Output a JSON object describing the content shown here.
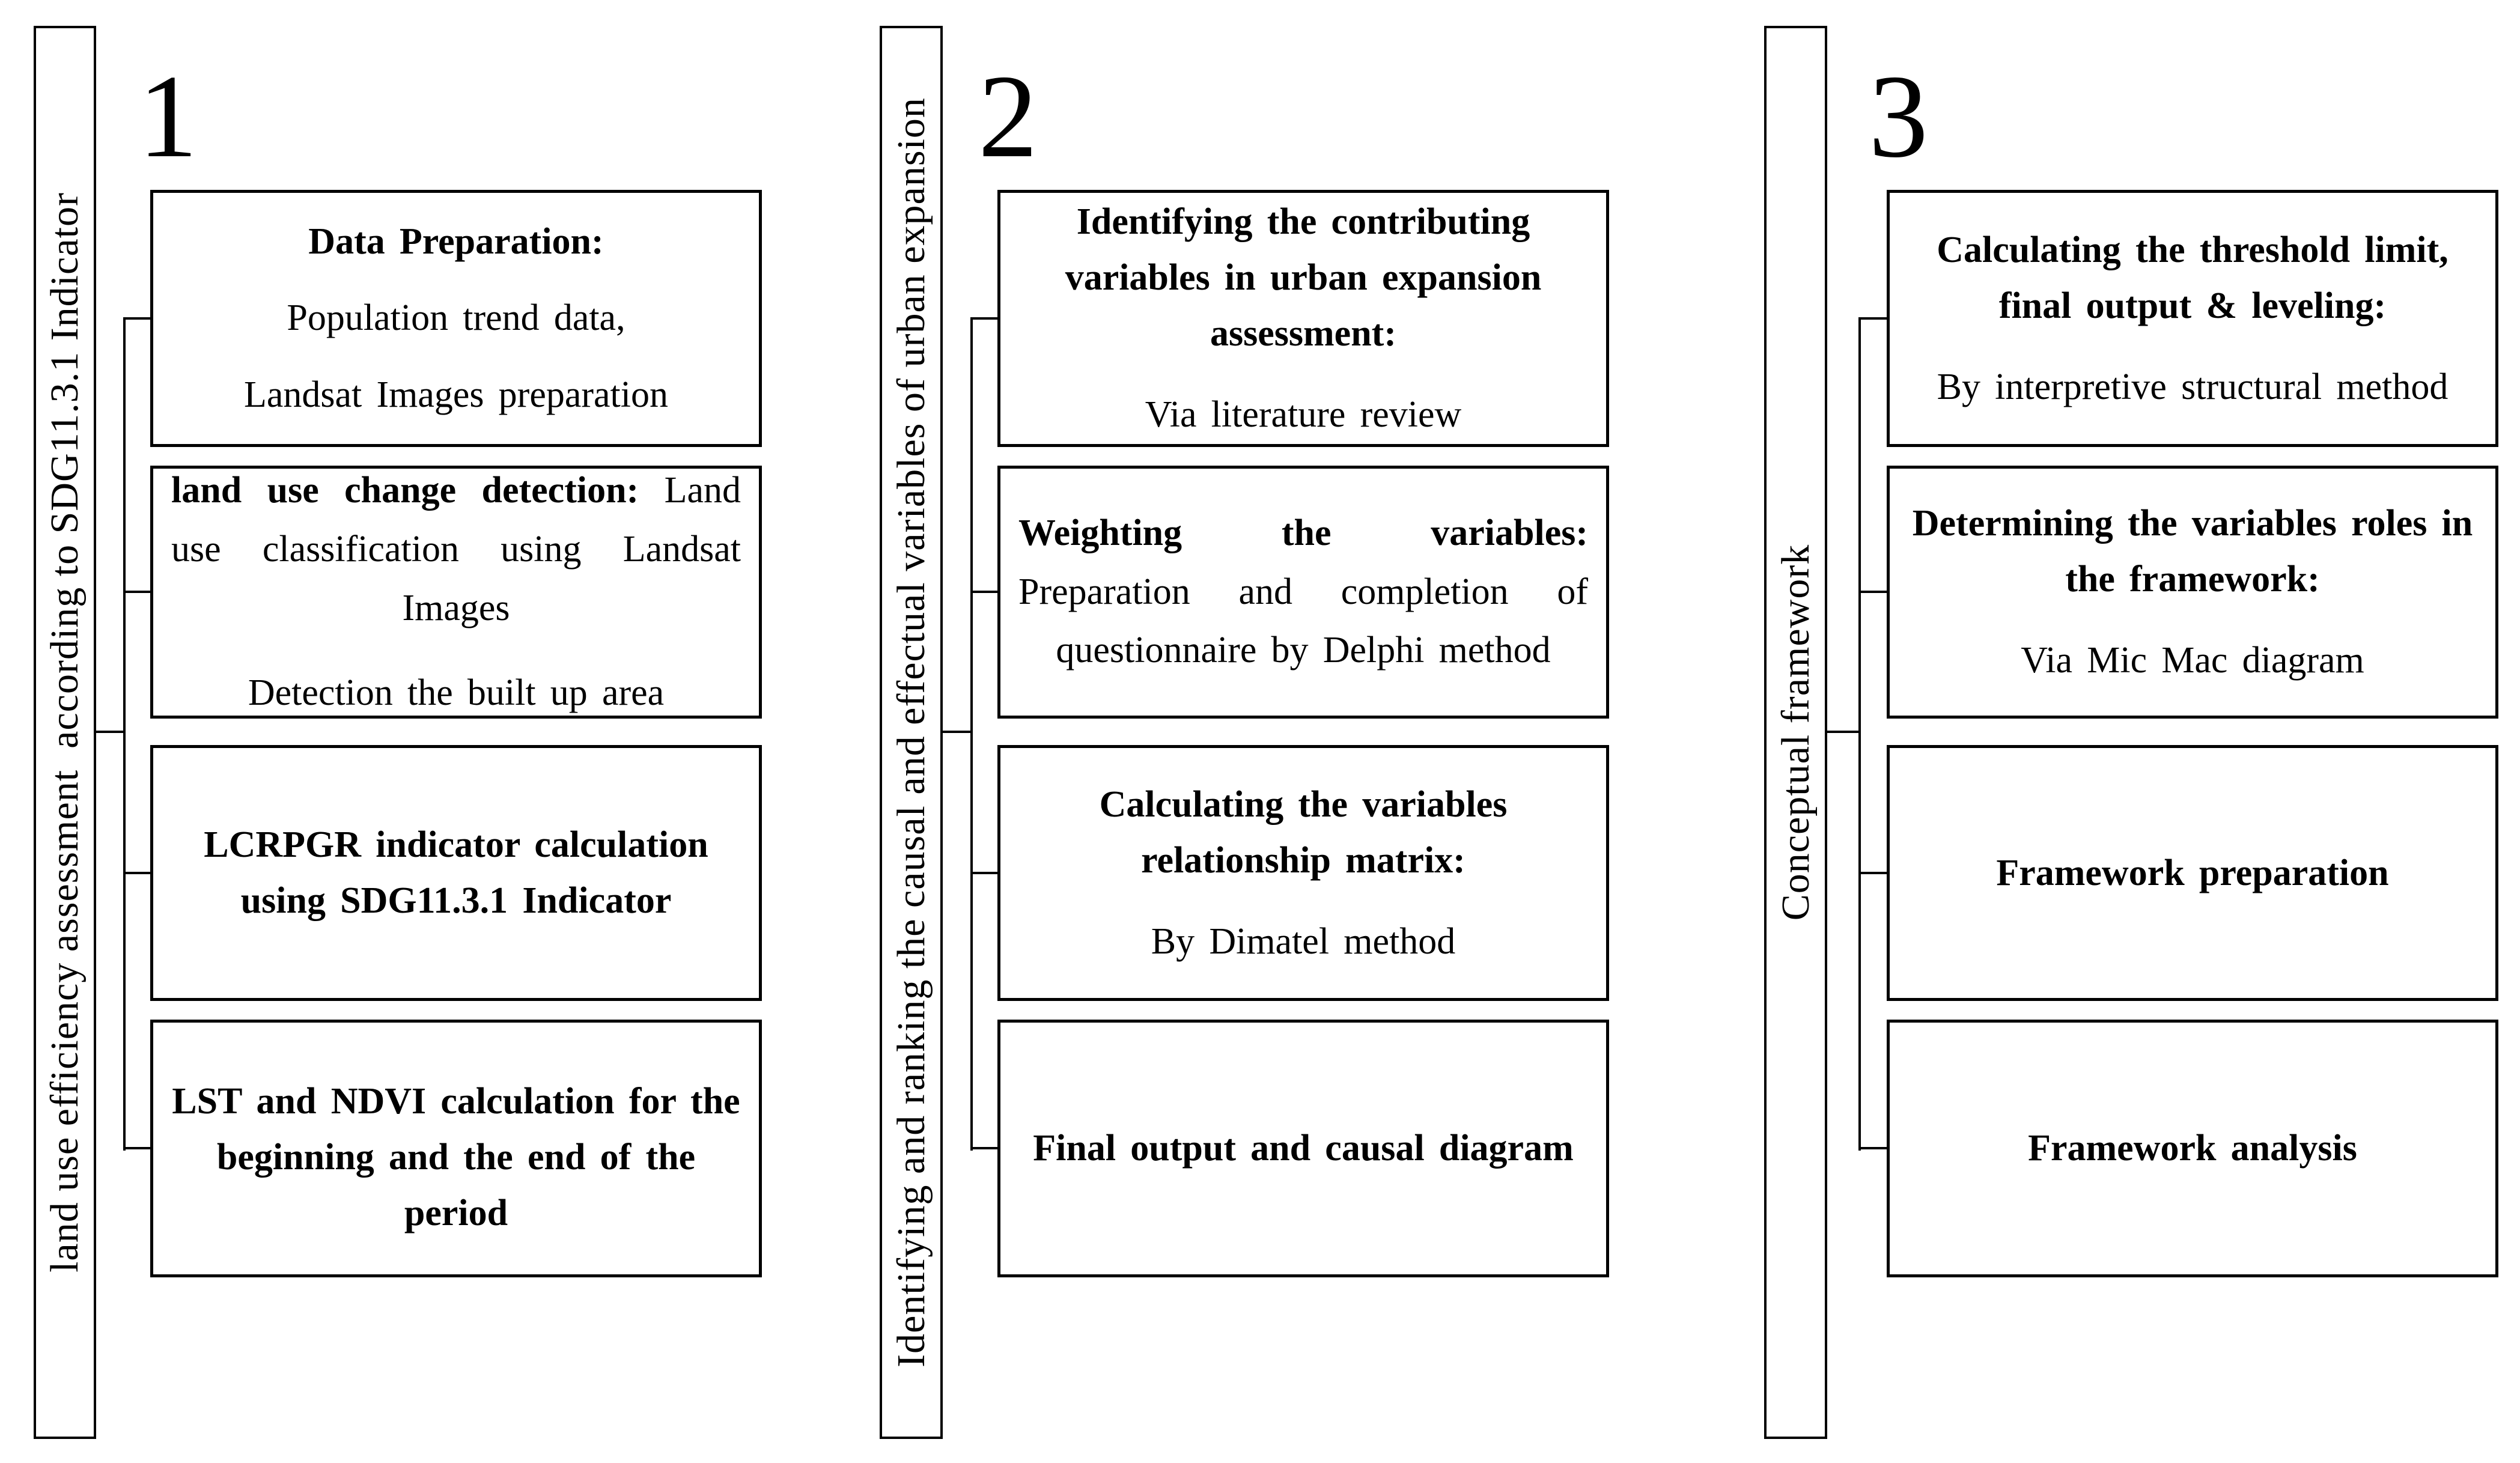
{
  "page": {
    "background": "#ffffff",
    "line_color": "#000000"
  },
  "columns": [
    {
      "number": "1",
      "sidebar_label": "land use efficiency assessment  according to SDG11.3.1 Indicator",
      "boxes": [
        {
          "title": "Data Preparation:",
          "body": "Population trend data,\nLandsat Images preparation"
        },
        {
          "title": "land use change detection:",
          "body": "Land use classification using Landsat Images",
          "body2": "Detection the built up area"
        },
        {
          "title": "LCRPGR indicator calculation\nusing SDG11.3.1 Indicator"
        },
        {
          "title": "LST and NDVI calculation for the\nbeginning and the end of the period"
        }
      ]
    },
    {
      "number": "2",
      "sidebar_label": "Identifying and ranking the causal and effectual variables of urban expansion",
      "boxes": [
        {
          "title": "Identifying the contributing\nvariables in urban expansion\nassessment:",
          "body": "Via literature review"
        },
        {
          "title": "Weighting the variables:",
          "body": "Preparation and completion of questionnaire by Delphi method"
        },
        {
          "title": "Calculating the variables\nrelationship matrix:",
          "body": "By Dimatel method"
        },
        {
          "title": "Final output and causal diagram"
        }
      ]
    },
    {
      "number": "3",
      "sidebar_label": "Conceptual framework",
      "boxes": [
        {
          "title": "Calculating the threshold limit,\nfinal output & leveling:",
          "body": "By interpretive structural method"
        },
        {
          "title": "Determining the variables roles in\nthe framework:",
          "body": "Via Mic Mac diagram"
        },
        {
          "title": "Framework preparation"
        },
        {
          "title": "Framework analysis"
        }
      ]
    }
  ]
}
